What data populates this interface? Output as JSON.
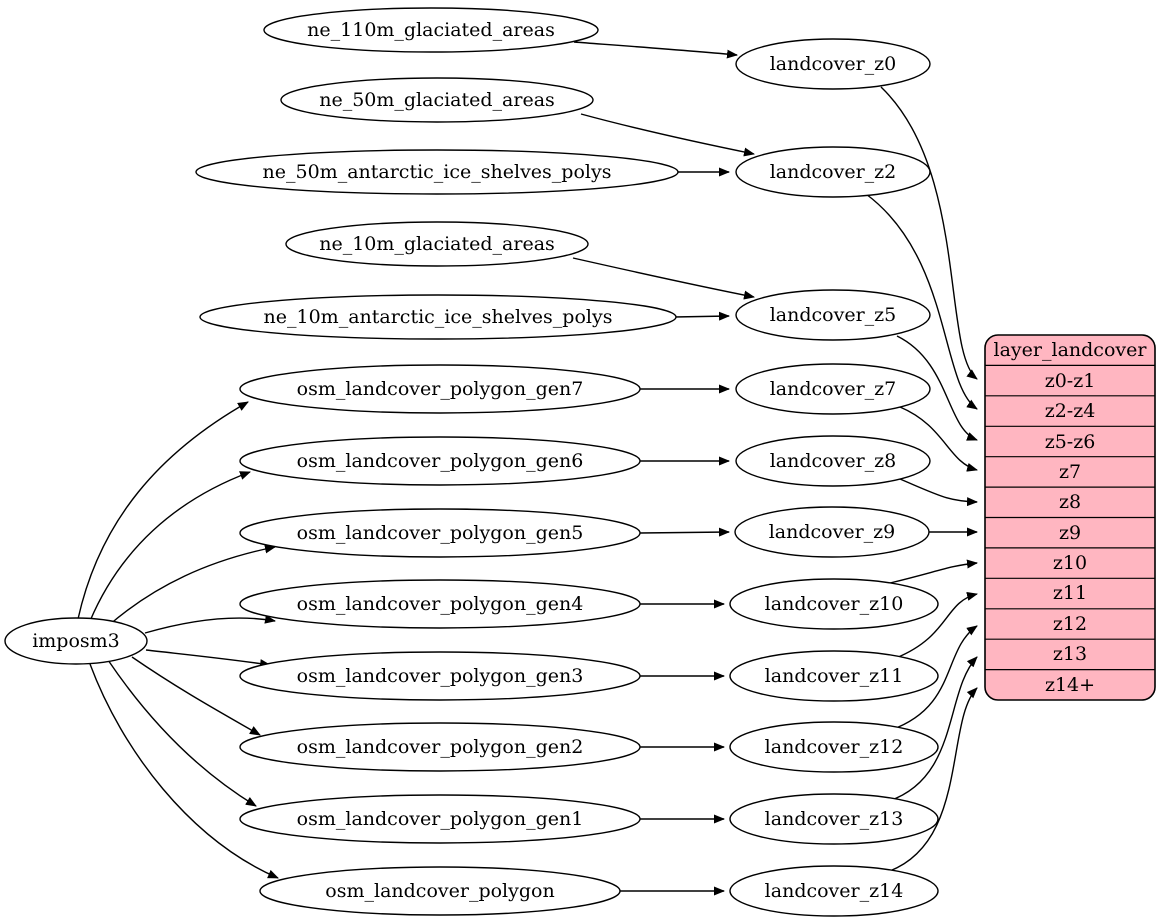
{
  "colors": {
    "background": "#ffffff",
    "node_fill": "#ffffff",
    "record_fill": "#ffb6c1",
    "stroke": "#000000"
  },
  "nodes": {
    "imposm3": "imposm3",
    "sources": [
      "ne_110m_glaciated_areas",
      "ne_50m_glaciated_areas",
      "ne_50m_antarctic_ice_shelves_polys",
      "ne_10m_glaciated_areas",
      "ne_10m_antarctic_ice_shelves_polys",
      "osm_landcover_polygon_gen7",
      "osm_landcover_polygon_gen6",
      "osm_landcover_polygon_gen5",
      "osm_landcover_polygon_gen4",
      "osm_landcover_polygon_gen3",
      "osm_landcover_polygon_gen2",
      "osm_landcover_polygon_gen1",
      "osm_landcover_polygon"
    ],
    "landcover": [
      "landcover_z0",
      "landcover_z2",
      "landcover_z5",
      "landcover_z7",
      "landcover_z8",
      "landcover_z9",
      "landcover_z10",
      "landcover_z11",
      "landcover_z12",
      "landcover_z13",
      "landcover_z14"
    ]
  },
  "record": {
    "title": "layer_landcover",
    "rows": [
      "z0-z1",
      "z2-z4",
      "z5-z6",
      "z7",
      "z8",
      "z9",
      "z10",
      "z11",
      "z12",
      "z13",
      "z14+"
    ]
  }
}
